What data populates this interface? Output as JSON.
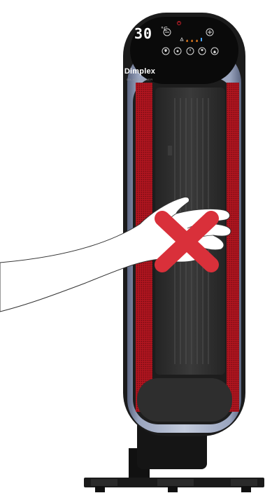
{
  "display": {
    "temperature": "30",
    "unit": "°C"
  },
  "brand": {
    "name": "Dimplex",
    "model": "DX-HOT-TOWER"
  },
  "colors": {
    "heating_element": "#c8202a",
    "frame": "#7b86a0",
    "body": "#1d1d1d",
    "cross": "#d9303a"
  },
  "icons": [
    "minus-icon",
    "plus-icon",
    "power-icon",
    "eco-icon",
    "fan-icon",
    "timer-icon",
    "oscillate-icon",
    "flame-icon",
    "snowflake-icon"
  ]
}
